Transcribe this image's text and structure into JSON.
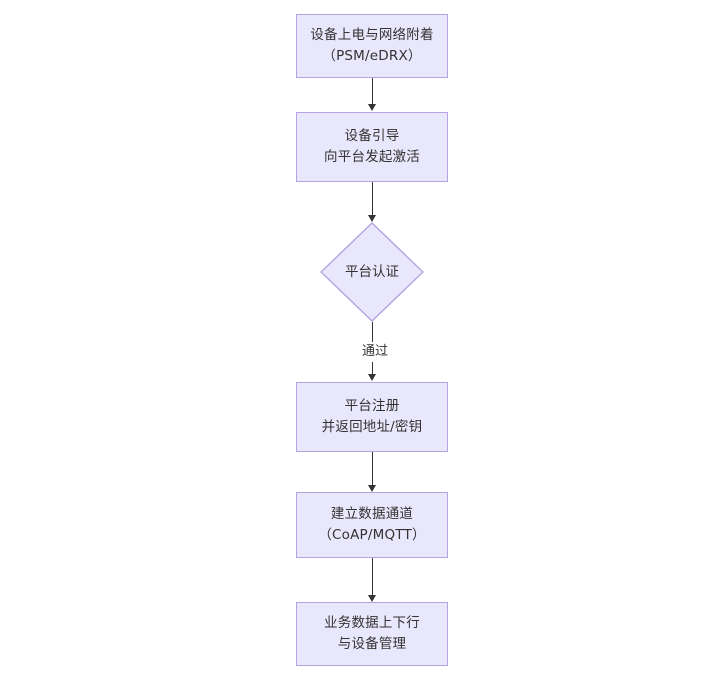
{
  "diagram": {
    "title": "",
    "type": "flowchart",
    "orientation": "top-to-bottom",
    "colors": {
      "node_fill": "#e9e7fb",
      "node_border": "#b7a3e2",
      "connector": "#333333",
      "text": "#333333",
      "background": "#ffffff"
    },
    "nodes": [
      {
        "id": "n1",
        "shape": "rectangle",
        "lines": [
          "设备上电与网络附着",
          "（PSM/eDRX）"
        ]
      },
      {
        "id": "n2",
        "shape": "rectangle",
        "lines": [
          "设备引导",
          "向平台发起激活"
        ]
      },
      {
        "id": "n3",
        "shape": "diamond",
        "lines": [
          "平台认证"
        ]
      },
      {
        "id": "n4",
        "shape": "rectangle",
        "lines": [
          "平台注册",
          "并返回地址/密钥"
        ]
      },
      {
        "id": "n5",
        "shape": "rectangle",
        "lines": [
          "建立数据通道",
          "（CoAP/MQTT）"
        ]
      },
      {
        "id": "n6",
        "shape": "rectangle",
        "lines": [
          "业务数据上下行",
          "与设备管理"
        ]
      }
    ],
    "edges": [
      {
        "id": "e1",
        "from": "n1",
        "to": "n2",
        "label": ""
      },
      {
        "id": "e2",
        "from": "n2",
        "to": "n3",
        "label": ""
      },
      {
        "id": "e3",
        "from": "n3",
        "to": "n4",
        "label": "通过"
      },
      {
        "id": "e4",
        "from": "n4",
        "to": "n5",
        "label": ""
      },
      {
        "id": "e5",
        "from": "n5",
        "to": "n6",
        "label": ""
      }
    ]
  }
}
